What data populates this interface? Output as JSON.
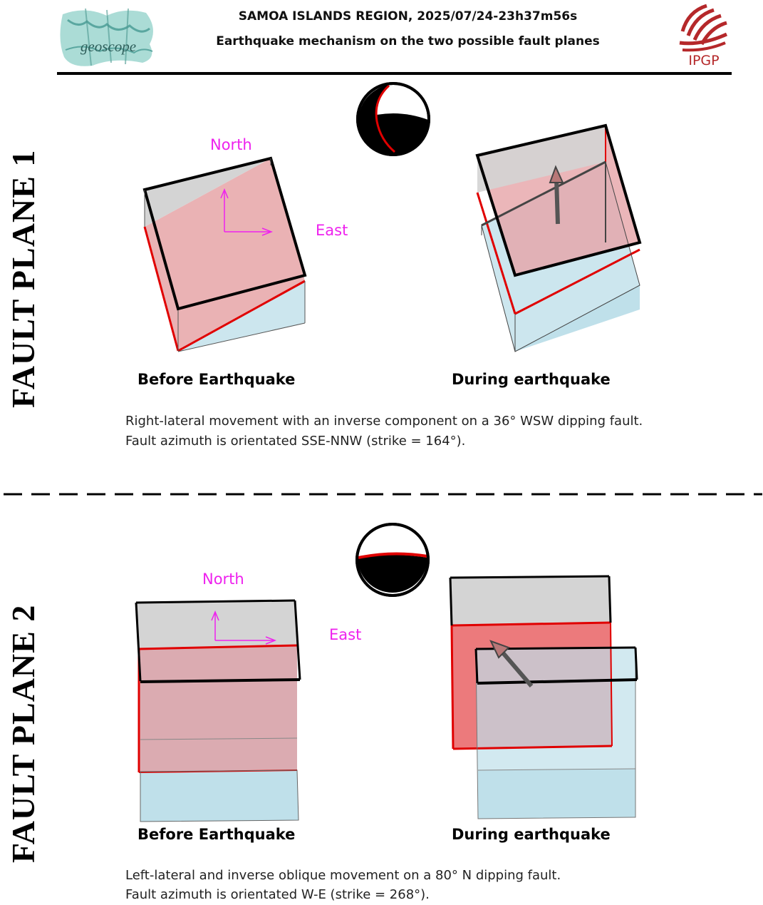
{
  "header": {
    "title": "SAMOA ISLANDS REGION, 2025/07/24-23h37m56s",
    "subtitle": "Earthquake mechanism on the two possible fault planes",
    "left_logo_text": "geoscope",
    "right_logo_text": "IPGP"
  },
  "colors": {
    "compass": "#ee22ee",
    "fault_red": "#e00000",
    "block_top": "#d4d4d4",
    "block_blue": "#bfe0ea",
    "logo_red": "#b5282a",
    "logo_teal": "#6fb8b2"
  },
  "plane1": {
    "side_label": "FAULT PLANE 1",
    "north_label": "North",
    "east_label": "East",
    "before_label": "Before Earthquake",
    "during_label": "During earthquake",
    "description_line1": "Right-lateral movement with an inverse component on a 36° WSW dipping fault.",
    "description_line2": "Fault azimuth is orientated SSE-NNW (strike = 164°)."
  },
  "plane2": {
    "side_label": "FAULT PLANE 2",
    "north_label": "North",
    "east_label": "East",
    "before_label": "Before Earthquake",
    "during_label": "During earthquake",
    "description_line1": "Left-lateral and inverse oblique movement on a 80° N dipping fault.",
    "description_line2": "Fault azimuth is orientated W-E (strike = 268°)."
  }
}
